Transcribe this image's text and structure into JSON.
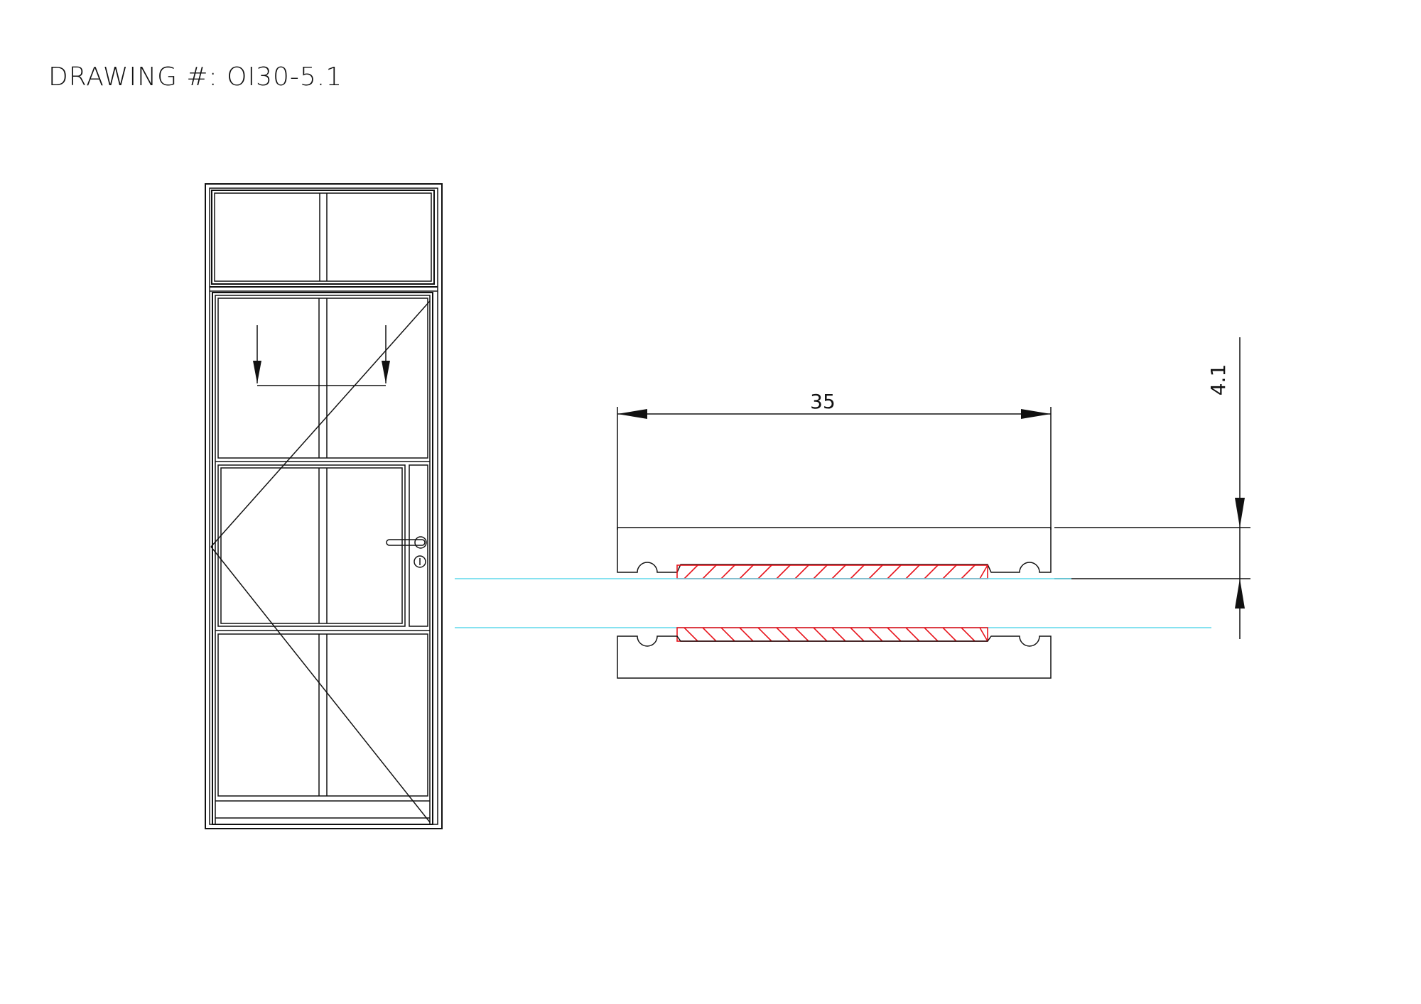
{
  "drawing": {
    "title": "DRAWING #: OI30-5.1"
  },
  "dimensions": {
    "width_label": "35",
    "height_label": "4.1"
  }
}
